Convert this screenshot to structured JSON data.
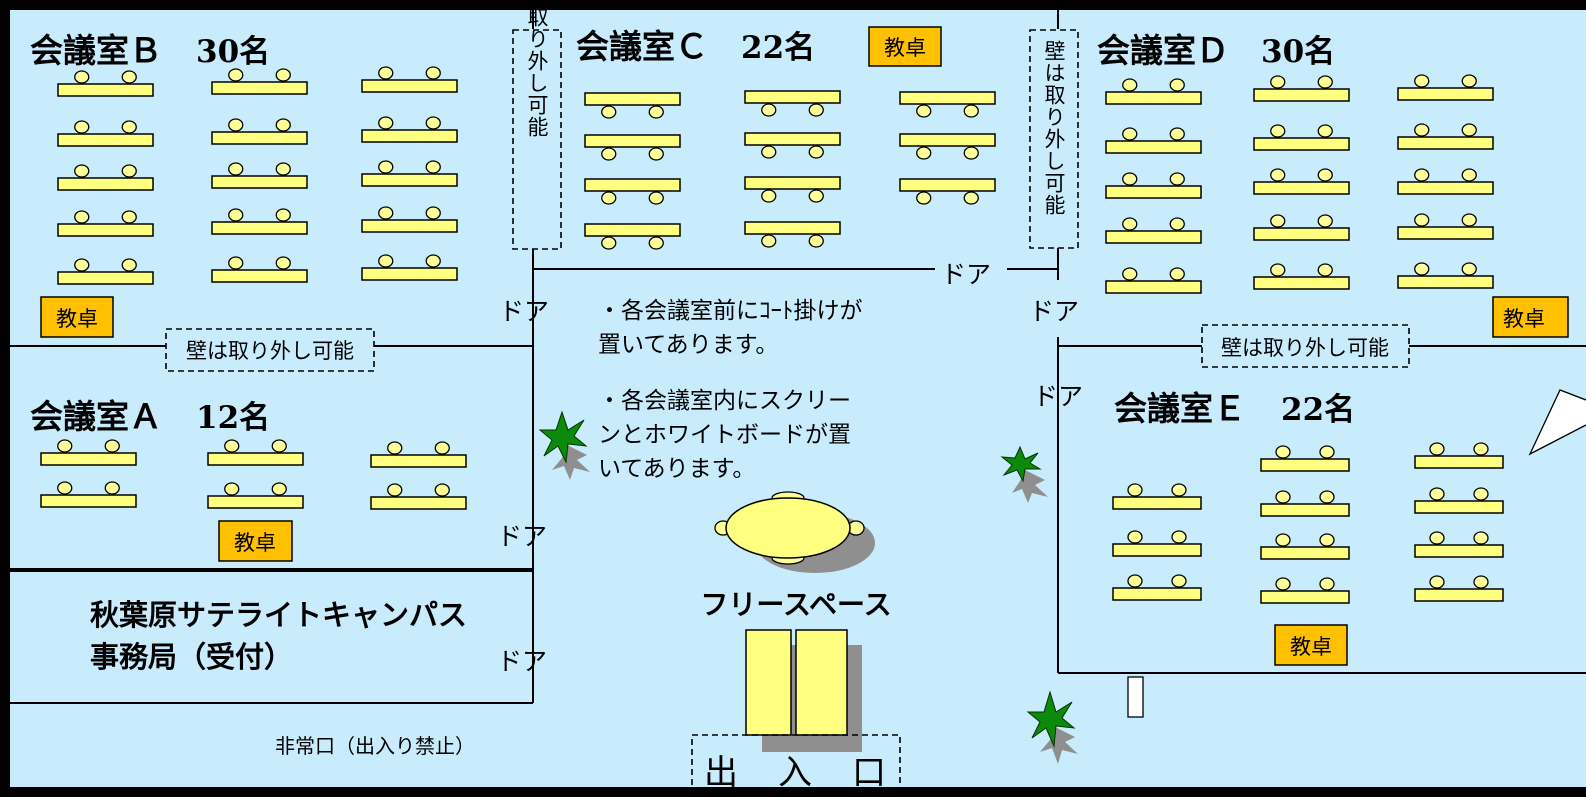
{
  "colors": {
    "floor": "#c9ecfc",
    "frame": "#000000",
    "desk": "#ffff80",
    "podium": "#ffc000",
    "plant": "#0b8a0b",
    "shadow": "#8f8f8f"
  },
  "rooms": {
    "b": {
      "name": "会議室Ｂ",
      "capacity": "30名"
    },
    "c": {
      "name": "会議室Ｃ",
      "capacity": "22名"
    },
    "d": {
      "name": "会議室Ｄ",
      "capacity": "30名"
    },
    "a": {
      "name": "会議室Ａ",
      "capacity": "12名"
    },
    "e": {
      "name": "会議室Ｅ",
      "capacity": "22名"
    }
  },
  "podium_label": "教卓",
  "door_label": "ドア",
  "removable_wall_label": "壁は取り外し可能",
  "notes": {
    "line1": "・各会議室前にｺｰﾄ掛けが",
    "line2": "置いてあります。",
    "line3": "・各会議室内にスクリー",
    "line4": "ンとホワイトボードが置",
    "line5": "いてあります。"
  },
  "office": {
    "line1": "秋葉原サテライトキャンパス",
    "line2": "事務局（受付）"
  },
  "emergency_exit": "非常口（出入り禁止）",
  "free_space": "フリースペース",
  "entrance": {
    "c1": "出",
    "c2": "入",
    "c3": "口"
  }
}
